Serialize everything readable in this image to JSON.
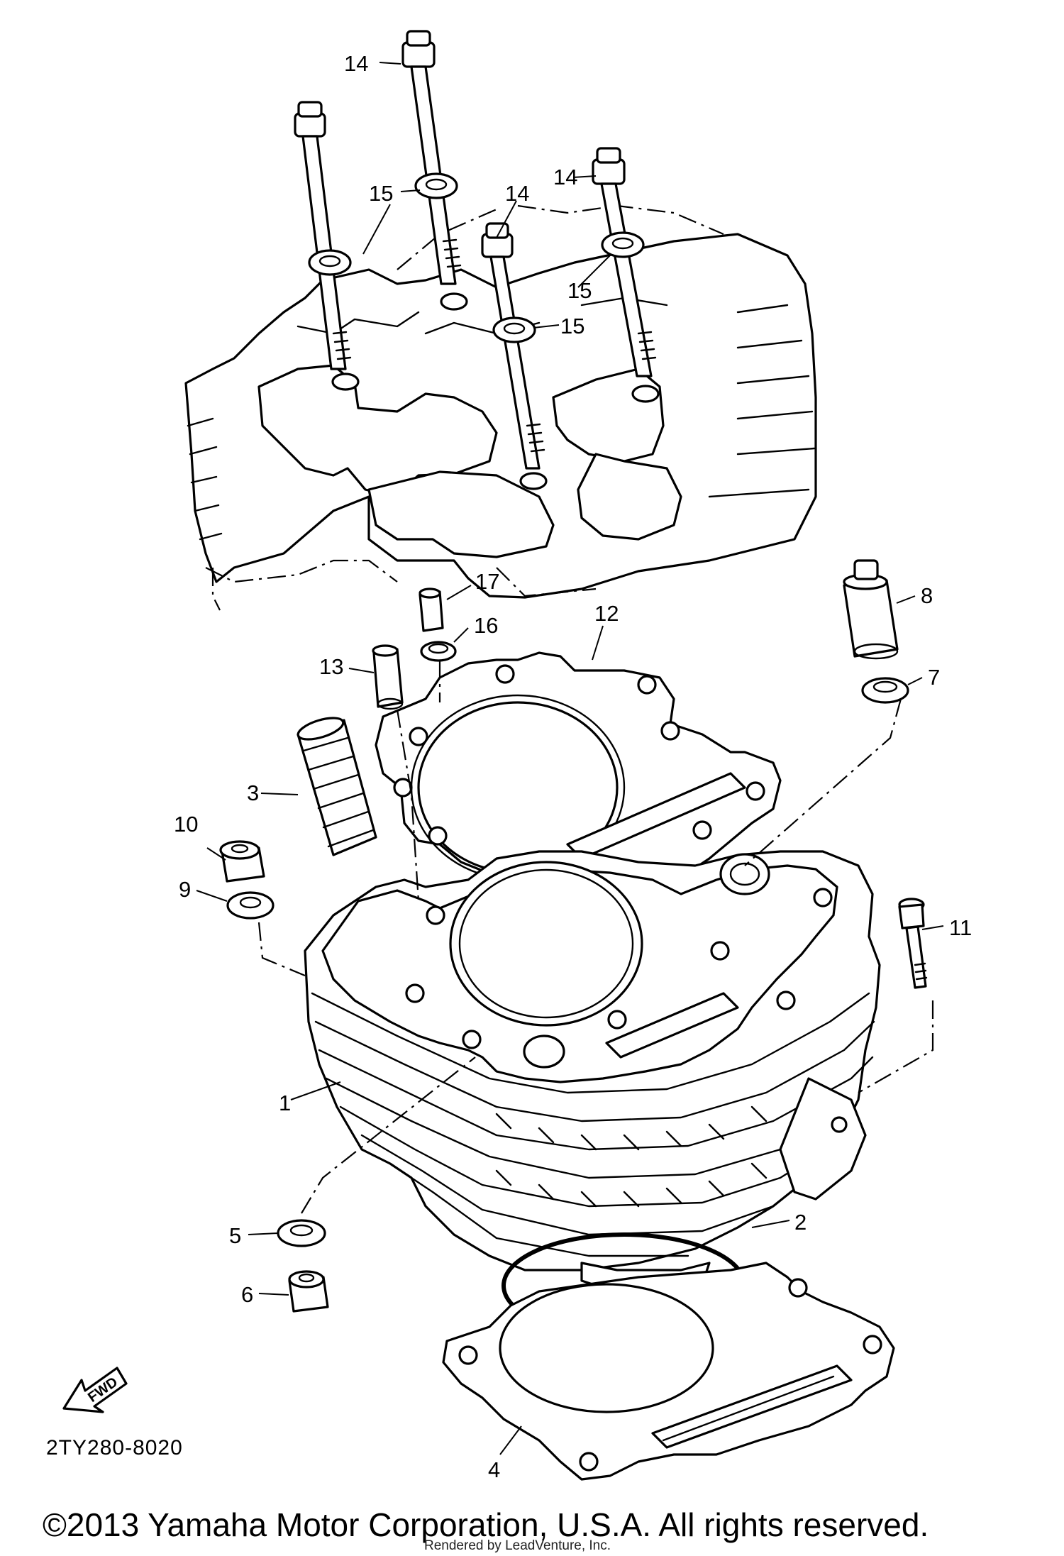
{
  "diagram": {
    "code": "2TY280-8020",
    "fwd_label": "FWD",
    "copyright": "©2013 Yamaha Motor Corporation, U.S.A. All rights reserved.",
    "rendered_by": "Rendered by LeadVenture, Inc."
  },
  "callouts": {
    "c1": "1",
    "c2": "2",
    "c3": "3",
    "c4": "4",
    "c5": "5",
    "c6": "6",
    "c7": "7",
    "c8": "8",
    "c9": "9",
    "c10": "10",
    "c11": "11",
    "c12": "12",
    "c13": "13",
    "c14a": "14",
    "c14b": "14",
    "c14c": "14",
    "c15a": "15",
    "c15b": "15",
    "c15c": "15",
    "c16": "16",
    "c17": "17"
  }
}
